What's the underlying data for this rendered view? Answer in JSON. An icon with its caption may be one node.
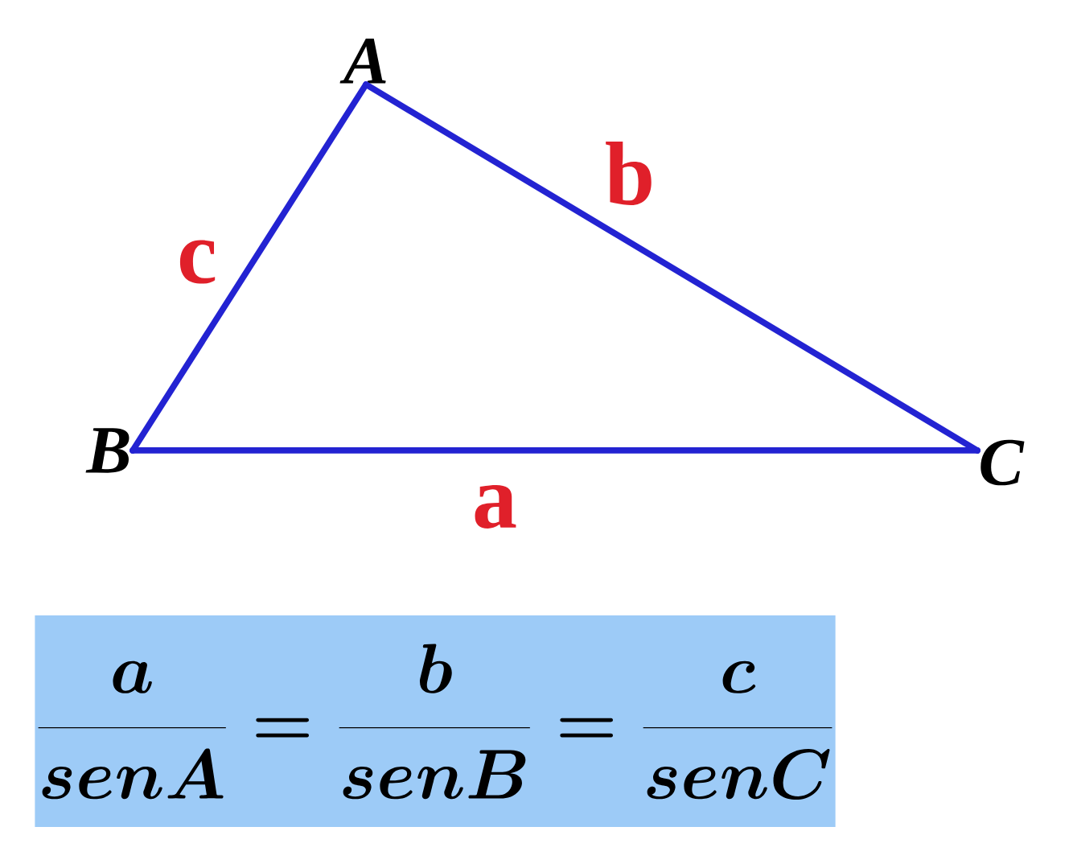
{
  "diagram": {
    "nodes": [
      {
        "text": [
          "A"
        ]
      },
      {
        "text": [
          "B"
        ]
      },
      {
        "text": [
          "C"
        ]
      },
      {
        "text": [
          "\\frac{a}{senA}=\\frac{b}{senB}=\\frac{c}{senC}"
        ]
      }
    ],
    "edges": [
      {
        "from": 0,
        "to": 1,
        "arrow": "none",
        "label": "c"
      },
      {
        "from": 0,
        "to": 2,
        "arrow": "none",
        "label": "b"
      },
      {
        "from": 1,
        "to": 2,
        "arrow": "none",
        "label": "a"
      }
    ]
  }
}
